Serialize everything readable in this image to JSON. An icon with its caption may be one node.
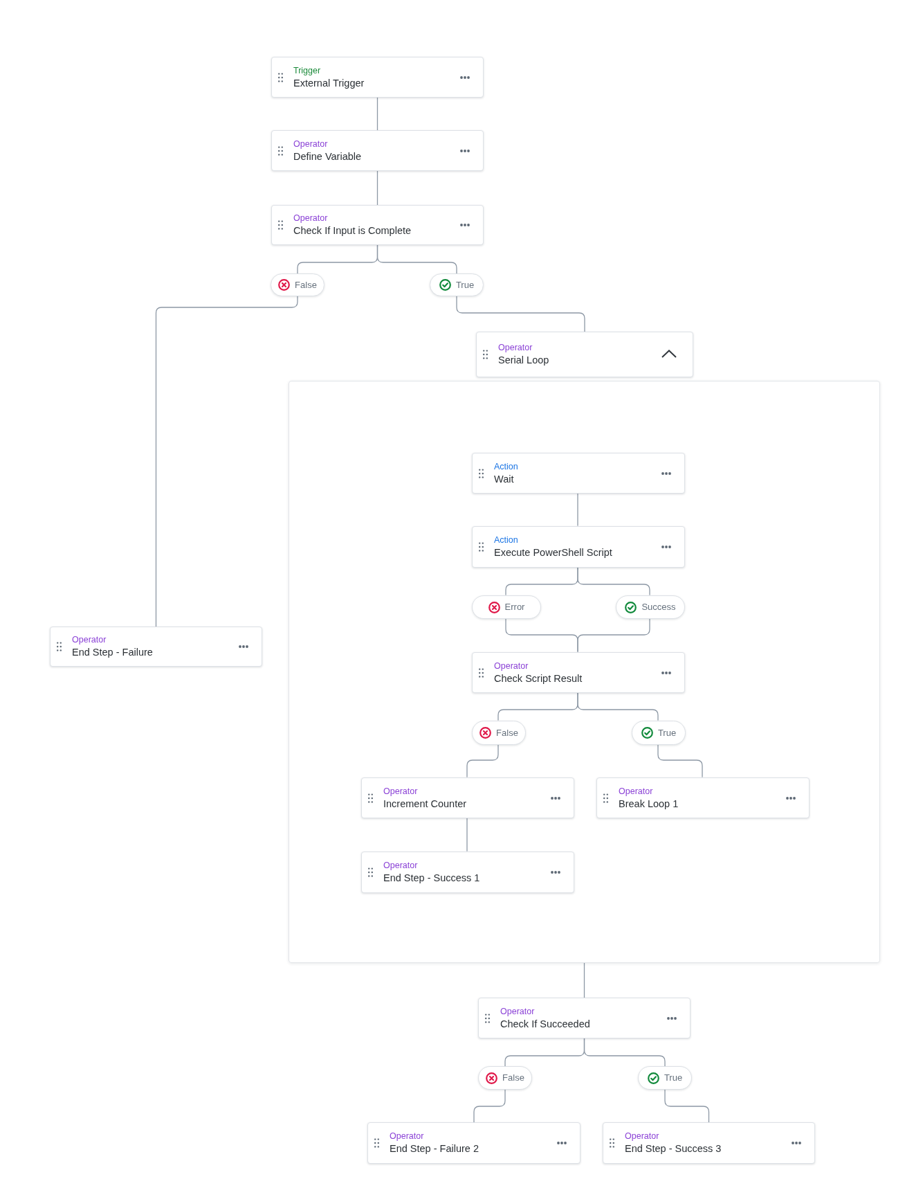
{
  "diagram": {
    "nodes": [
      {
        "text": [
          "Trigger",
          "External Trigger"
        ]
      },
      {
        "text": [
          "Operator",
          "Define Variable"
        ]
      },
      {
        "text": [
          "Operator",
          "Check If Input is Complete"
        ]
      },
      {
        "text": [
          "False"
        ]
      },
      {
        "text": [
          "True"
        ]
      },
      {
        "text": [
          "Operator",
          "Serial Loop"
        ]
      },
      {
        "text": [],
        "shape": "box"
      },
      {
        "text": [
          "Action",
          "Wait"
        ],
        "in": 6
      },
      {
        "text": [
          "Action",
          "Execute PowerShell Script"
        ],
        "in": 6
      },
      {
        "text": [
          "Error"
        ],
        "in": 6
      },
      {
        "text": [
          "Success"
        ],
        "in": 6
      },
      {
        "text": [
          "Operator",
          "End Step - Failure"
        ]
      },
      {
        "text": [
          "Operator",
          "Check Script Result"
        ],
        "in": 6
      },
      {
        "text": [
          "False"
        ],
        "in": 6
      },
      {
        "text": [
          "True"
        ],
        "in": 6
      },
      {
        "text": [
          "Operator",
          "Increment Counter"
        ],
        "in": 6
      },
      {
        "text": [
          "Operator",
          "Break Loop 1"
        ],
        "in": 6
      },
      {
        "text": [
          "Operator",
          "End Step - Success 1"
        ],
        "in": 6
      },
      {
        "text": [
          "Operator",
          "Check If Succeeded"
        ]
      },
      {
        "text": [
          "False"
        ]
      },
      {
        "text": [
          "True"
        ]
      },
      {
        "text": [
          "Operator",
          "End Step - Failure 2"
        ]
      },
      {
        "text": [
          "Operator",
          "End Step - Success 3"
        ]
      }
    ],
    "edges": [
      {
        "from": 0,
        "to": 1,
        "arrow": "none"
      },
      {
        "from": 1,
        "to": 2,
        "arrow": "none"
      },
      {
        "from": 2,
        "to": 3,
        "arrow": "none"
      },
      {
        "from": 2,
        "to": 4,
        "arrow": "none"
      },
      {
        "from": 3,
        "to": 11,
        "arrow": "none"
      },
      {
        "from": 4,
        "to": 5,
        "arrow": "none"
      },
      {
        "from": 7,
        "to": 8,
        "arrow": "none"
      },
      {
        "from": 8,
        "to": 9,
        "arrow": "none"
      },
      {
        "from": 8,
        "to": 10,
        "arrow": "none"
      },
      {
        "from": 9,
        "to": 12,
        "arrow": "none"
      },
      {
        "from": 10,
        "to": 12,
        "arrow": "none"
      },
      {
        "from": 12,
        "to": 13,
        "arrow": "none"
      },
      {
        "from": 12,
        "to": 14,
        "arrow": "none"
      },
      {
        "from": 13,
        "to": 15,
        "arrow": "none"
      },
      {
        "from": 14,
        "to": 16,
        "arrow": "none"
      },
      {
        "from": 15,
        "to": 17,
        "arrow": "none"
      },
      {
        "from": 6,
        "to": 18,
        "arrow": "none"
      },
      {
        "from": 18,
        "to": 19,
        "arrow": "none"
      },
      {
        "from": 18,
        "to": 20,
        "arrow": "none"
      },
      {
        "from": 19,
        "to": 21,
        "arrow": "none"
      },
      {
        "from": 20,
        "to": 22,
        "arrow": "none"
      }
    ]
  }
}
